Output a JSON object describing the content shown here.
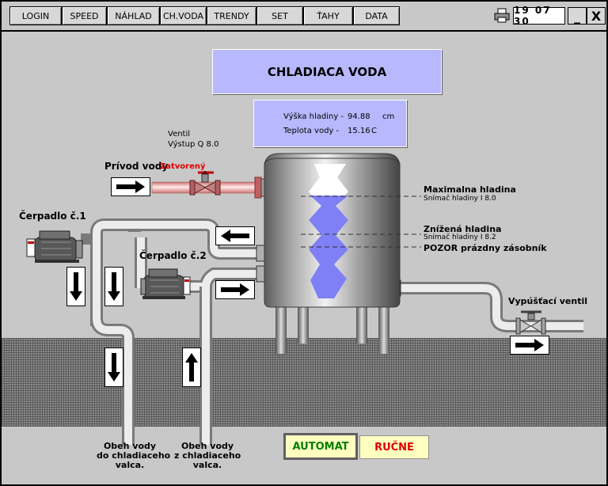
{
  "nav": [
    "LOGIN",
    "SPEED",
    "NÁHLAD",
    "CH.VODA",
    "TRENDY",
    "SET",
    "ŤAHY",
    "DATA"
  ],
  "clock": "19  07  30",
  "window": {
    "minimize_label": "_",
    "close_label": "X"
  },
  "title": "CHLADIACA VODA",
  "info": {
    "level_label": "Výška hladiny -",
    "level_value": "94.88",
    "level_unit": "cm",
    "temp_label": "Teplota vody -",
    "temp_value": "15.16",
    "temp_unit": "C"
  },
  "valve_in": {
    "title": "Ventil",
    "subtitle": "Výstup Q 8.0",
    "status": "Zatvorený"
  },
  "labels": {
    "inlet": "Prívod vody",
    "pump1": "Čerpadlo č.1",
    "pump2": "Čerpadlo č.2",
    "max_level": "Maximalna hladina",
    "max_sensor": "Snímač hladiny I 8.0",
    "low_level": "Znížená hladina",
    "low_sensor": "Snímač hladiny I 8.2",
    "empty_warning": "POZOR prázdny zásobník",
    "drain_valve": "Vypúšťací ventil",
    "flow_to_1": "Obeh vody",
    "flow_to_2": "do chladiaceho",
    "flow_to_3": "valca.",
    "flow_from_1": "Obeh vody",
    "flow_from_2": "z chladiaceho",
    "flow_from_3": "valca."
  },
  "modes": {
    "auto": "AUTOMAT",
    "manual": "RUČNE"
  },
  "tank_level_fraction": 0.82,
  "colors": {
    "water": "#7f7ff6",
    "panel": "#b8b8ff",
    "status_red": "#e00000",
    "auto_green": "#008000"
  }
}
